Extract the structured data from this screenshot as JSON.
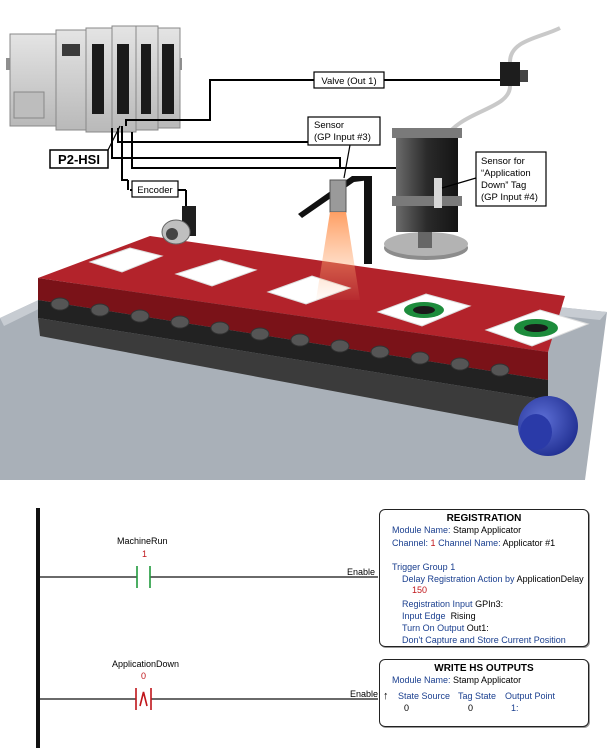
{
  "scene": {
    "plc_module_label": "P2-HSI",
    "valve_label": "Valve (Out 1)",
    "encoder_label": "Encoder",
    "sensor_label_line1": "Sensor",
    "sensor_label_line2": "(GP Input #3)",
    "app_sensor_line1": "Sensor for",
    "app_sensor_line2": "“Application",
    "app_sensor_line3": "Down” Tag",
    "app_sensor_line4": "(GP Input #4)"
  },
  "ladder": {
    "rung1": {
      "contact_tag": "MachineRun",
      "contact_value": "1",
      "enable_label": "Enable"
    },
    "rung2": {
      "contact_tag": "ApplicationDown",
      "contact_value": "0",
      "enable_label": "Enable"
    },
    "registration": {
      "title": "REGISTRATION",
      "module_name_label": "Module Name:",
      "module_name_value": "Stamp Applicator",
      "channel_label": "Channel:",
      "channel_value": "1",
      "channel_name_label": "Channel Name:",
      "channel_name_value": "Applicator #1",
      "trigger_group": "Trigger Group 1",
      "delay_label": "Delay Registration Action by",
      "delay_tag": "ApplicationDelay",
      "delay_value": "150",
      "reg_input_label": "Registration Input",
      "reg_input_value": "GPIn3:",
      "input_edge_label": "Input Edge",
      "input_edge_value": "Rising",
      "turn_on_label": "Turn On Output",
      "turn_on_value": "Out1:",
      "capture_text": "Don't Capture and Store Current Position"
    },
    "write_hs": {
      "title": "WRITE HS OUTPUTS",
      "module_name_label": "Module Name:",
      "module_name_value": "Stamp Applicator",
      "col1_header": "State Source",
      "col2_header": "Tag State",
      "col3_header": "Output Point",
      "col1_value": "0",
      "col2_value": "0",
      "col3_value": "1:"
    }
  },
  "colors": {
    "belt_red": "#b3232b",
    "contact_green": "#1f9a3c",
    "contact_red": "#c0161b",
    "text_blue": "#1a3f8f"
  }
}
